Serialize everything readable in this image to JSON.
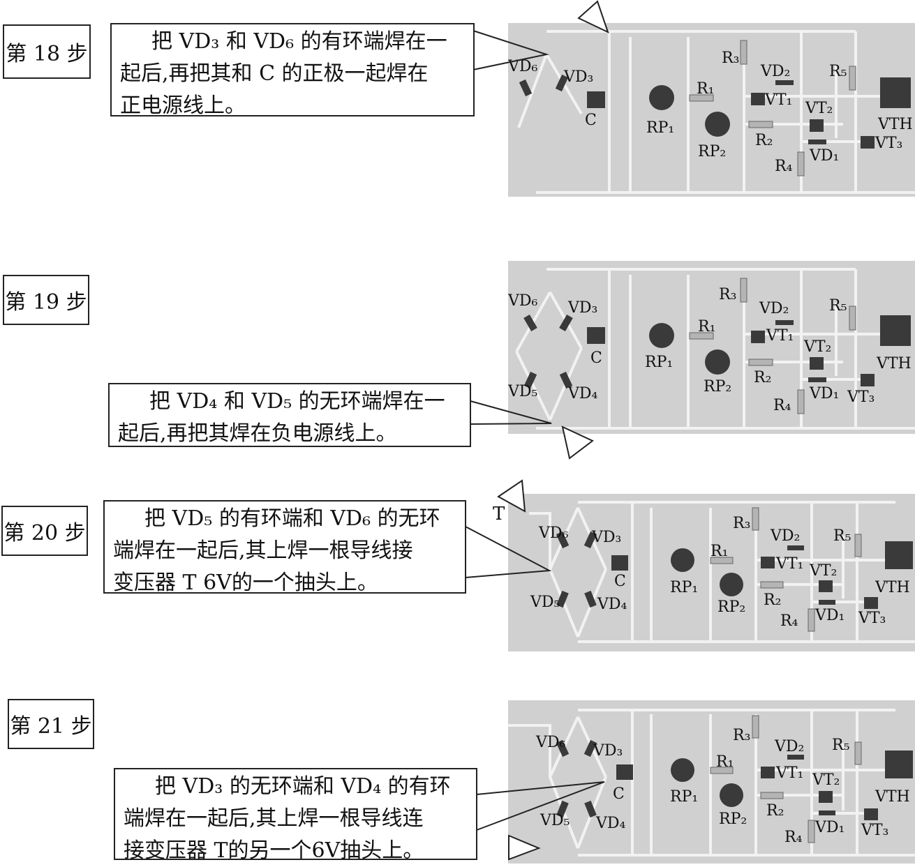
{
  "steps": [
    {
      "label": "第 18 步",
      "text_lines": [
        "把 VD₃ 和 VD₆ 的有环端焊在一",
        "起后,再把其和 C 的正极一起焊在",
        "正电源线上。"
      ]
    },
    {
      "label": "第 19 步",
      "text_lines": [
        "把 VD₄ 和 VD₅ 的无环端焊在一",
        "起后,再把其焊在负电源线上。"
      ]
    },
    {
      "label": "第 20 步",
      "text_lines": [
        "把 VD₅ 的有环端和 VD₆ 的无环",
        "端焊在一起后,其上焊一根导线接",
        "变压器 T 6V的一个抽头上。"
      ],
      "extra_label": "T"
    },
    {
      "label": "第 21 步",
      "text_lines": [
        "把 VD₃ 的无环端和 VD₄ 的有环",
        "端焊在一起后,其上焊一根导线连",
        "接变压器 T的另一个6V抽头上。"
      ]
    }
  ],
  "components": {
    "vd6": "VD₆",
    "vd3": "VD₃",
    "vd5": "VD₅",
    "vd4": "VD₄",
    "c": "C",
    "rp1": "RP₁",
    "rp2": "RP₂",
    "r1": "R₁",
    "r2": "R₂",
    "r3": "R₃",
    "r4": "R₄",
    "r5": "R₅",
    "vd1": "VD₁",
    "vd2": "VD₂",
    "vt1": "VT₁",
    "vt2": "VT₂",
    "vt3": "VT₃",
    "vth": "VTH"
  },
  "colors": {
    "panel": "#d0d0d0",
    "wire": "#f2f2f2",
    "component": "#3a3a3a"
  }
}
